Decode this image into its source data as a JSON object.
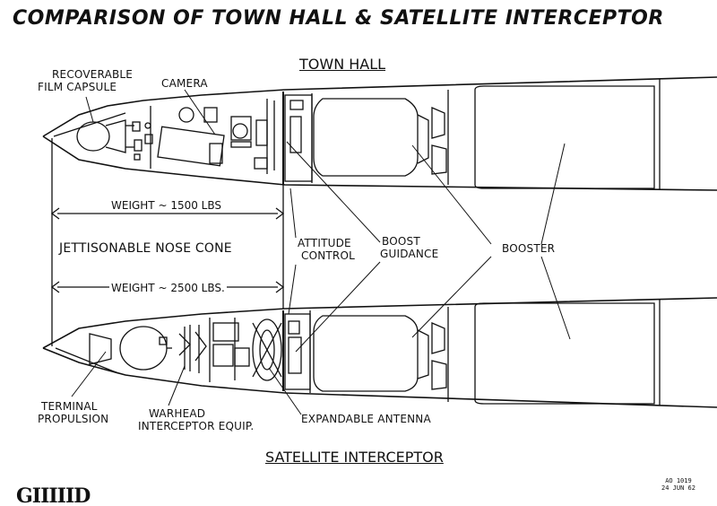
{
  "title": "Comparison of Town Hall & Satellite Interceptor",
  "town_hall": {
    "heading": "Town Hall",
    "labels": {
      "capsule_line1": "Recoverable",
      "capsule_line2": "Film Capsule",
      "camera": "Camera"
    }
  },
  "middle": {
    "weight_top": "Weight ~ 1500 lbs",
    "nose_cone": "Jettisonable Nose Cone",
    "weight_bottom": "Weight ~ 2500 lbs.",
    "attitude_line1": "Attitude",
    "attitude_line2": "Control",
    "boost_line1": "Boost",
    "boost_line2": "Guidance",
    "booster": "Booster"
  },
  "interceptor": {
    "heading": "Satellite Interceptor",
    "labels": {
      "terminal_line1": "Terminal",
      "terminal_line2": "Propulsion",
      "warhead_line1": "Warhead",
      "warhead_line2": "Interceptor Equip.",
      "antenna": "Expandable Antenna"
    }
  },
  "footer": {
    "logo": "GIIIIID",
    "doc_id": "AO 1019",
    "doc_date": "24 JUN 62"
  },
  "colors": {
    "ink": "#111111",
    "paper": "#ffffff"
  }
}
